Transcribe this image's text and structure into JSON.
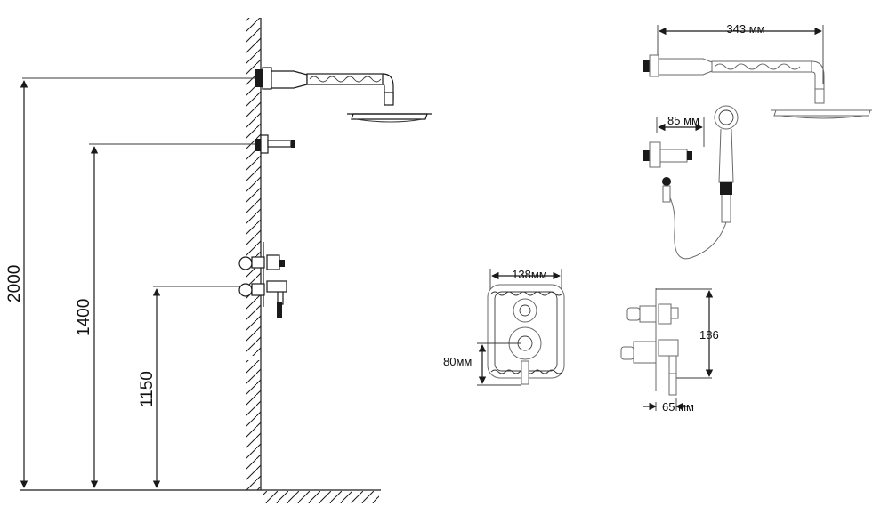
{
  "left_installation": {
    "height_labels": {
      "shower_head": "2000",
      "hand_shower_outlet": "1400",
      "mixer": "1150"
    }
  },
  "right_components": {
    "overhead_arm_length": "343 мм",
    "wall_outlet_length": "85 мм",
    "plate_width": "138мм",
    "plate_offset": "80мм",
    "mixer_height": "186",
    "mixer_depth": "65 мм"
  },
  "colors": {
    "line": "#1a1a1a",
    "background": "#ffffff"
  }
}
